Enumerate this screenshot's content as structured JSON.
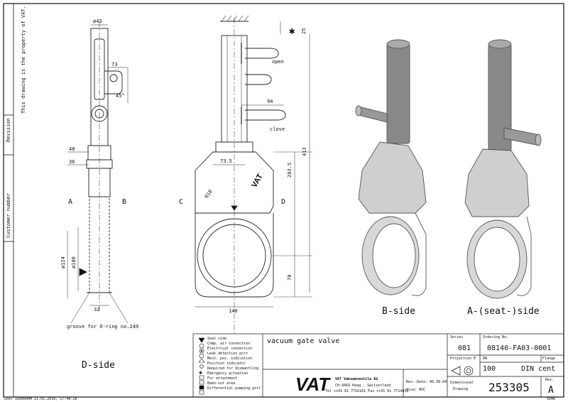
{
  "side_panel": {
    "property_notice": "This drawing is the property of VAT.",
    "revision": "Revision",
    "customer_number": "Customer number"
  },
  "dims": {
    "d43": "ø43",
    "d73": "73",
    "d45": "45°",
    "d48": "48",
    "d36": "36",
    "d124": "ø124",
    "d100": "ø100",
    "d32": "32",
    "d25": "25",
    "d94": "94",
    "d73_5": "73.5",
    "d203_5": "203.5",
    "d413": "413",
    "dr18": "R18",
    "d70": "70",
    "d140": "140"
  },
  "labels": {
    "A": "A",
    "B": "B",
    "C": "C",
    "D": "D",
    "open": "open",
    "close": "close",
    "groove": "groove for O-ring no.249",
    "d_side": "D-side",
    "b_side": "B-side",
    "a_side": "A-(seat-)side"
  },
  "legend": [
    "Seat side",
    "Comp. air connection",
    "Electrical connection",
    "Leak detection port",
    "Mech. pos. indication",
    "Position indicator",
    "Required for dismantling",
    "Emergency actuation",
    "For attachment",
    "Bake-out area",
    "Differential pumping port"
  ],
  "title_block": {
    "title": "vacuum gate valve",
    "series_label": "Series",
    "series_value": "081",
    "ordering_label": "Ordering No.",
    "ordering_value": "08140-FA03-0001",
    "projection_label": "Projection E",
    "dn_label": "DN",
    "flange_label": "Flange",
    "dn_value": "100",
    "flange_value": "DIN cent",
    "company": "VAT Vakuumventile AG",
    "address": "CH-9469 Haag , Switzerland",
    "phone": "Tel ++41 81 7716161 Fax ++41 81 7714830",
    "rev_date": "Rev.-Date: 06.08.04",
    "visa": "Visa: HUC",
    "dim_drawing_1": "Dimensional",
    "dim_drawing_2": "Drawing",
    "drawing_number": "253305",
    "rev_label": "Rev.",
    "rev_value": "A",
    "logo": "VAT"
  },
  "footer": {
    "user_line": "user 1000000M 21.01.2010, 17:48:28",
    "code": "VEMA"
  }
}
